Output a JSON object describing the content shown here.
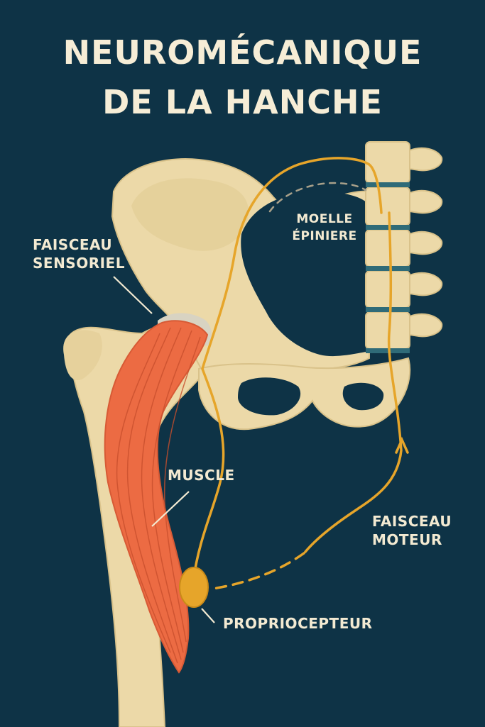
{
  "title": {
    "line1": "NEUROMÉCANIQUE",
    "line2": "DE LA HANCHE"
  },
  "labels": {
    "sensory_bundle": {
      "line1": "FAISCEAU",
      "line2": "SENSORIEL"
    },
    "spinal_cord": {
      "line1": "MOELLE",
      "line2": "ÉPINIERE"
    },
    "muscle": "MUSCLE",
    "motor_bundle": {
      "line1": "FAISCEAU",
      "line2": "MOTEUR"
    },
    "proprioceptor": "PROPRIOCEPTEUR"
  },
  "colors": {
    "background": "#0e3346",
    "bone": "#ecd9a8",
    "bone_shadow": "#d9c28a",
    "muscle": "#ec6b43",
    "nerve": "#e6a52a",
    "disc": "#2f6b78",
    "cartilage": "#d8d3c2",
    "text": "#f3ead2"
  }
}
